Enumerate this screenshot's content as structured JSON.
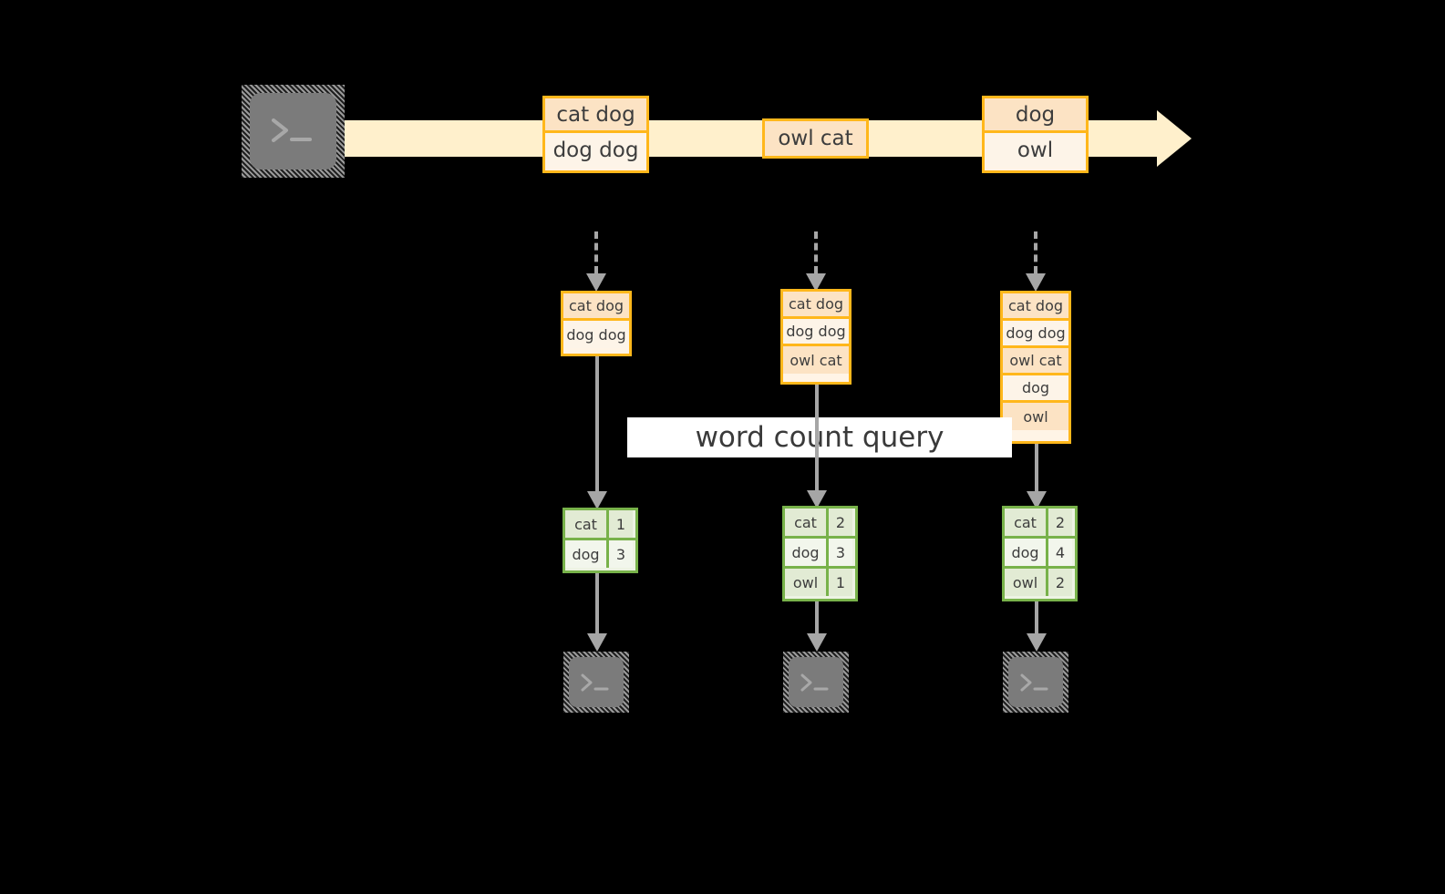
{
  "theme": {
    "background": "#000000",
    "stream_color": "#FFF0CC",
    "record_border": "#FFB71B",
    "record_fill_dark": "#FCE3C4",
    "record_fill_light": "#FDF4E8",
    "result_border": "#78B24A",
    "result_fill_dark": "#E2EBD4",
    "result_fill_light": "#F2F6EC",
    "arrow_color": "#A6A6A6",
    "terminal_fill": "#7B7B7B",
    "label_band_fill": "#FFFFFF",
    "text_color": "#3D3D3D"
  },
  "source": {
    "icon": "terminal-icon",
    "prompt_glyph": ">_"
  },
  "stream": {
    "events": [
      {
        "id": "event-1",
        "lines": [
          "cat dog",
          "dog dog"
        ]
      },
      {
        "id": "event-2",
        "lines": [
          "owl cat"
        ]
      },
      {
        "id": "event-3",
        "lines": [
          "dog",
          "owl"
        ]
      }
    ]
  },
  "columns": [
    {
      "id": "column-1",
      "accumulated": {
        "lines": [
          "cat dog",
          "dog dog"
        ]
      },
      "result": {
        "rows": [
          {
            "word": "cat",
            "count": "1"
          },
          {
            "word": "dog",
            "count": "3"
          }
        ]
      },
      "sink": {
        "icon": "terminal-icon",
        "prompt_glyph": ">_"
      }
    },
    {
      "id": "column-2",
      "accumulated": {
        "lines": [
          "cat dog",
          "dog dog",
          "owl cat"
        ]
      },
      "result": {
        "rows": [
          {
            "word": "cat",
            "count": "2"
          },
          {
            "word": "dog",
            "count": "3"
          },
          {
            "word": "owl",
            "count": "1"
          }
        ]
      },
      "sink": {
        "icon": "terminal-icon",
        "prompt_glyph": ">_"
      }
    },
    {
      "id": "column-3",
      "accumulated": {
        "lines": [
          "cat dog",
          "dog dog",
          "owl cat",
          "dog",
          "owl"
        ]
      },
      "result": {
        "rows": [
          {
            "word": "cat",
            "count": "2"
          },
          {
            "word": "dog",
            "count": "4"
          },
          {
            "word": "owl",
            "count": "2"
          }
        ]
      },
      "sink": {
        "icon": "terminal-icon",
        "prompt_glyph": ">_"
      }
    }
  ],
  "query_label": {
    "text": "word count query"
  }
}
